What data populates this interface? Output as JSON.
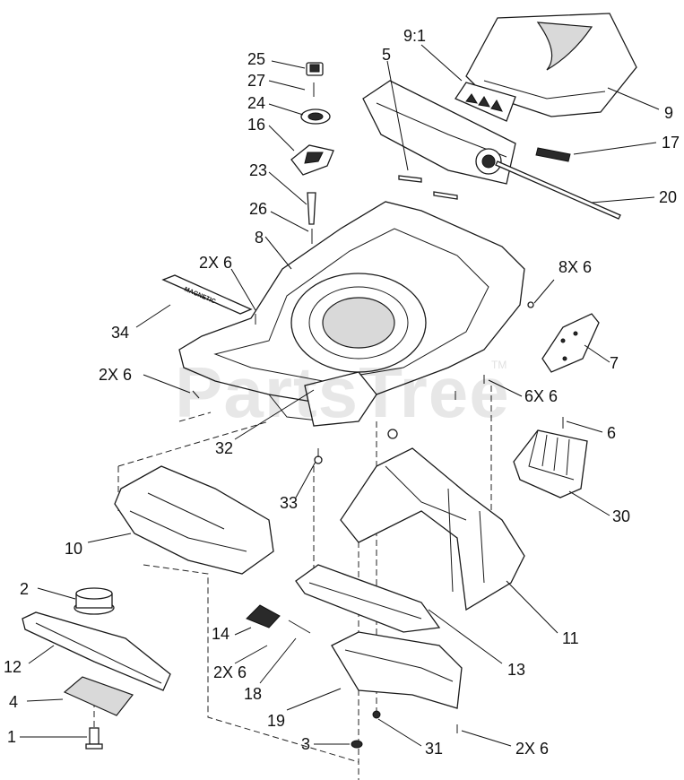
{
  "watermark": "PartsTree",
  "watermark_tm": "TM",
  "decal_text": "MAGNETIC",
  "callouts": {
    "c25": "25",
    "c27": "27",
    "c24": "24",
    "c16": "16",
    "c23": "23",
    "c26": "26",
    "c8": "8",
    "c2x6_top": "2X 6",
    "c34": "34",
    "c2x6_left": "2X 6",
    "c32": "32",
    "c33": "33",
    "c10": "10",
    "c2": "2",
    "c12": "12",
    "c4": "4",
    "c1": "1",
    "c14": "14",
    "c2x6_mid": "2X 6",
    "c18": "18",
    "c19": "19",
    "c3": "3",
    "c31": "31",
    "c2x6_bottom": "2X 6",
    "c13": "13",
    "c11": "11",
    "c30": "30",
    "c6": "6",
    "c6x6": "6X 6",
    "c7": "7",
    "c8x6": "8X 6",
    "c20": "20",
    "c17": "17",
    "c9": "9",
    "c9_1": "9:1",
    "c5": "5"
  }
}
